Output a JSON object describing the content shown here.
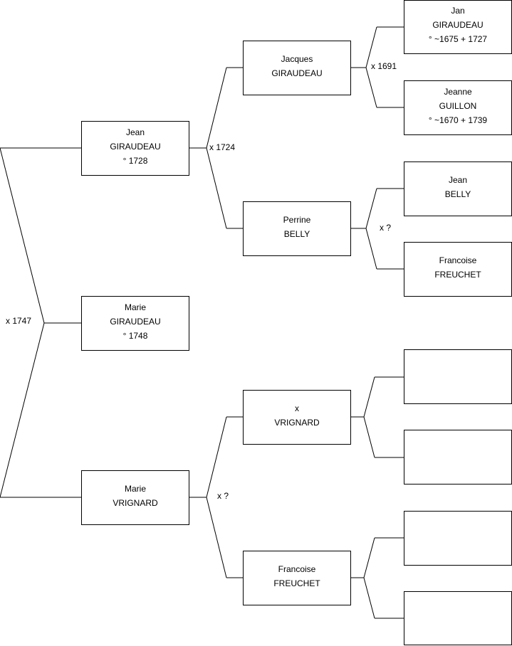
{
  "persons": {
    "root": {
      "line1": "Marie",
      "line2": "GIRAUDEAU",
      "line3": "° 1748"
    },
    "f": {
      "line1": "Jean",
      "line2": "GIRAUDEAU",
      "line3": "° 1728"
    },
    "m": {
      "line1": "Marie",
      "line2": "VRIGNARD",
      "line3": ""
    },
    "ff": {
      "line1": "Jacques",
      "line2": "GIRAUDEAU",
      "line3": ""
    },
    "fm": {
      "line1": "Perrine",
      "line2": "BELLY",
      "line3": ""
    },
    "mf": {
      "line1": "x",
      "line2": "VRIGNARD",
      "line3": ""
    },
    "mm": {
      "line1": "Francoise",
      "line2": "FREUCHET",
      "line3": ""
    },
    "fff": {
      "line1": "Jan",
      "line2": "GIRAUDEAU",
      "line3": "° ~1675 + 1727"
    },
    "ffm": {
      "line1": "Jeanne",
      "line2": "GUILLON",
      "line3": "° ~1670 + 1739"
    },
    "fmf": {
      "line1": "Jean",
      "line2": "BELLY",
      "line3": ""
    },
    "fmm": {
      "line1": "Francoise",
      "line2": "FREUCHET",
      "line3": ""
    },
    "mff": {
      "line1": "",
      "line2": "",
      "line3": ""
    },
    "mfm": {
      "line1": "",
      "line2": "",
      "line3": ""
    },
    "mmf": {
      "line1": "",
      "line2": "",
      "line3": ""
    },
    "mmm": {
      "line1": "",
      "line2": "",
      "line3": ""
    }
  },
  "marriages": {
    "parents": "x 1747",
    "f_parents": "x 1724",
    "m_parents": "x ?",
    "ff_parents": "x 1691",
    "fm_parents": "x ?"
  }
}
